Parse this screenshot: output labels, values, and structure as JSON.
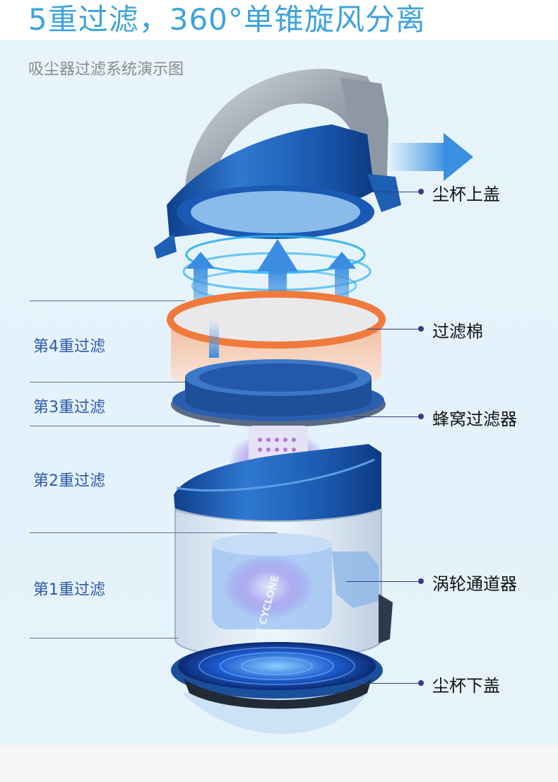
{
  "headline": "5重过滤，360°单锥旋风分离",
  "subtitle": "吸尘器过滤系统演示图",
  "stages": [
    {
      "label": "第4重过滤"
    },
    {
      "label": "第3重过滤"
    },
    {
      "label": "第2重过滤"
    },
    {
      "label": "第1重过滤"
    }
  ],
  "parts": [
    {
      "label": "尘杯上盖"
    },
    {
      "label": "过滤棉"
    },
    {
      "label": "蜂窝过滤器"
    },
    {
      "label": "涡轮通道器"
    },
    {
      "label": "尘杯下盖"
    }
  ],
  "cone_text": "SINGLE CYCLONE",
  "colors": {
    "headline": "#3ea3dc",
    "stage_label": "#2a5aa8",
    "body_blue": "#1d5fb3",
    "filter_orange": "#f07a3c",
    "airflow_arrow": "#5aa6e6"
  }
}
